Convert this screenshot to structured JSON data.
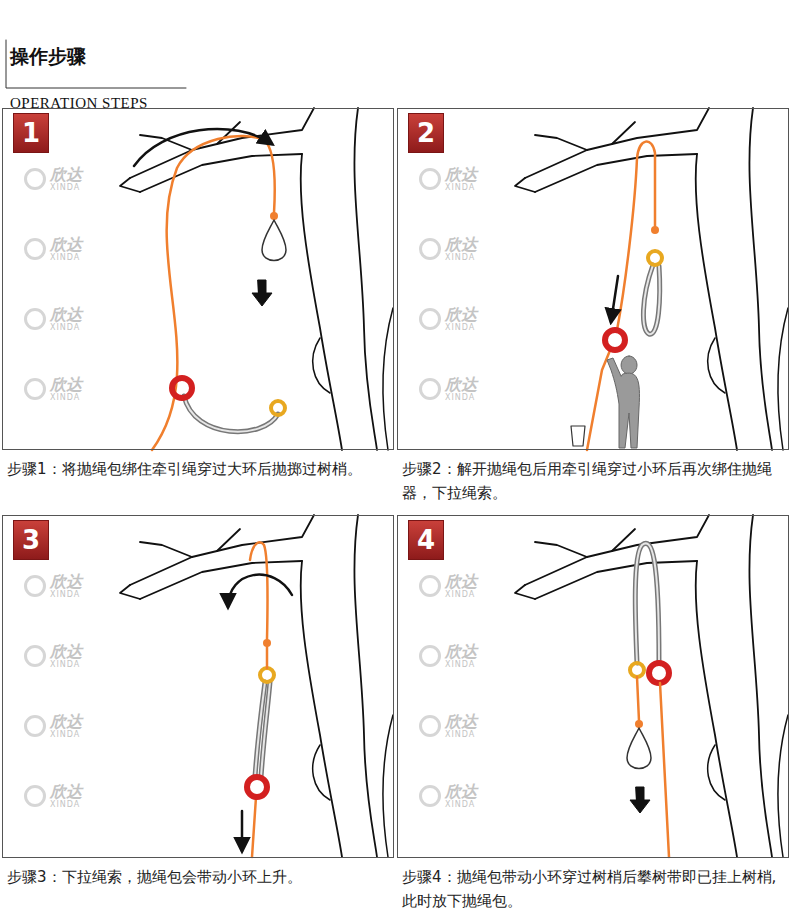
{
  "diagram": {
    "title": "操作步骤",
    "nodes": [
      {
        "text": [
          "步骤1：将抛绳包绑住牵引绳穿过大环后抛掷过树梢。"
        ]
      },
      {
        "text": [
          "1"
        ],
        "in": 0
      },
      {
        "text": [
          "步骤2：解开抛绳包后用牵引绳穿过小环后再次绑住抛绳器，下拉绳索。"
        ]
      },
      {
        "text": [
          "2"
        ],
        "in": 2
      },
      {
        "text": [
          "步骤3：下拉绳索，抛绳包会带动小环上升。"
        ]
      },
      {
        "text": [
          "3"
        ],
        "in": 4
      },
      {
        "text": [
          "步骤4：抛绳包带动小环穿过树梢后攀树带即已挂上树梢,此时放下抛绳包。"
        ]
      },
      {
        "text": [
          "4"
        ],
        "in": 6
      }
    ],
    "labels": [
      "OPERATION STEPS",
      "欣达",
      "XINDA",
      "欣达",
      "XINDA",
      "欣达",
      "XINDA",
      "欣达",
      "XINDA",
      "欣达",
      "XINDA",
      "欣达",
      "XINDA",
      "欣达",
      "XINDA",
      "欣达",
      "XINDA",
      "欣达",
      "XINDA",
      "欣达",
      "XINDA",
      "欣达",
      "XINDA",
      "欣达",
      "XINDA",
      "欣达",
      "XINDA",
      "欣达",
      "XINDA",
      "欣达",
      "XINDA",
      "欣达",
      "XINDA"
    ]
  }
}
